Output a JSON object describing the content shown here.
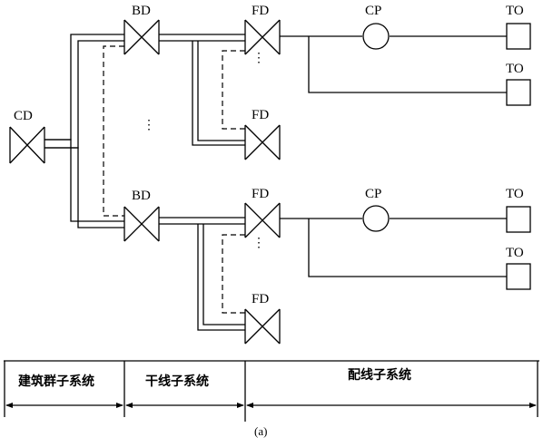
{
  "labels": {
    "cd": "CD",
    "bd": "BD",
    "fd": "FD",
    "cp": "CP",
    "to": "TO",
    "ellipsis": "⋮"
  },
  "subsystems": {
    "campus": "建筑群子系统",
    "backbone": "干线子系统",
    "horizontal": "配线子系统"
  },
  "caption": "(a)"
}
